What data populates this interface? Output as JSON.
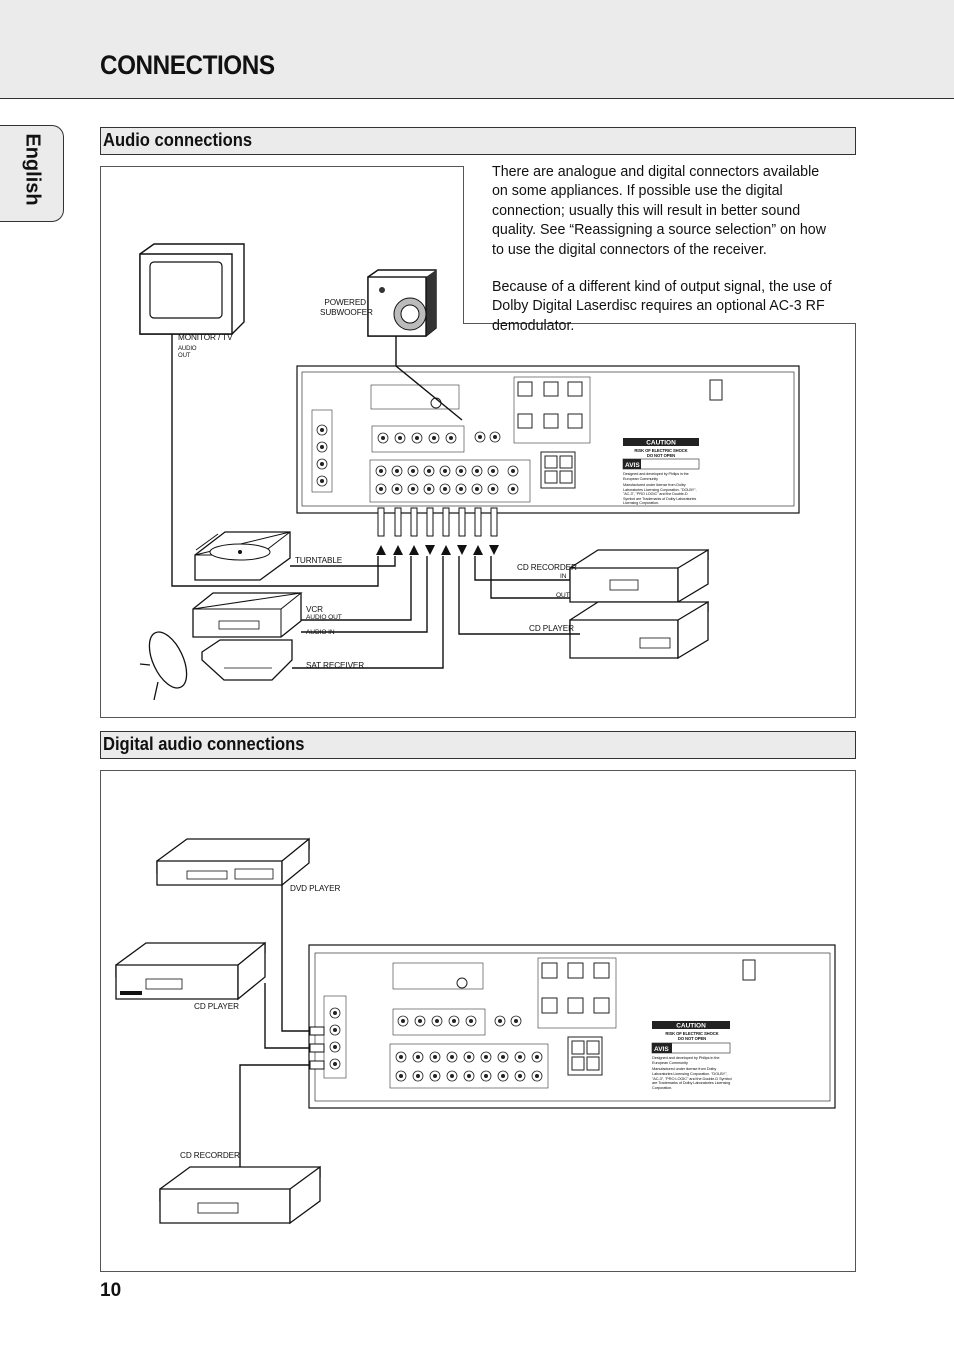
{
  "header": {
    "title": "Connections"
  },
  "language_tab": "English",
  "sections": {
    "audio": {
      "title": "Audio connections"
    },
    "digital": {
      "title": "Digital audio connections"
    }
  },
  "intro_paragraphs": [
    "There are analogue and digital connectors available on some appliances. If possible use the digital connection; usually this will result in better sound quality. See “Reassigning a source selection” on how to use the digital connectors of the receiver.",
    "Because of a different kind of output signal, the use of Dolby Digital Laserdisc requires an optional AC-3 RF demodulator."
  ],
  "audio_diagram_labels": {
    "monitor": "Monitor / TV",
    "audio_out": "Audio out",
    "subwoofer": "Powered subwoofer",
    "turntable": "Turntable",
    "vcr": "VCR",
    "vcr_audio_out": "Audio out",
    "vcr_audio_in": "Audio in",
    "sat_receiver": "SAT Receiver",
    "cd_recorder": "CD recorder",
    "cd_recorder_in": "IN",
    "cd_recorder_out": "OUT",
    "cd_player": "CD player"
  },
  "digital_diagram_labels": {
    "dvd_player": "DVD player",
    "cd_player": "CD player",
    "cd_recorder": "CD recorder"
  },
  "panel_text": {
    "caution": "CAUTION",
    "risk": "RISK OF ELECTRIC SHOCK DO NOT OPEN",
    "avis": "AVIS",
    "philips_note": "Designed and developed by Philips in the European Community",
    "dolby_note": "Manufactured under license from Dolby Laboratories Licensing Corporation. \"DOLBY\", \"AC-3\", \"PRO LOGIC\" and the Double-D Symbol are Trademarks of Dolby Laboratories Licensing Corporation."
  },
  "page_number": "10"
}
